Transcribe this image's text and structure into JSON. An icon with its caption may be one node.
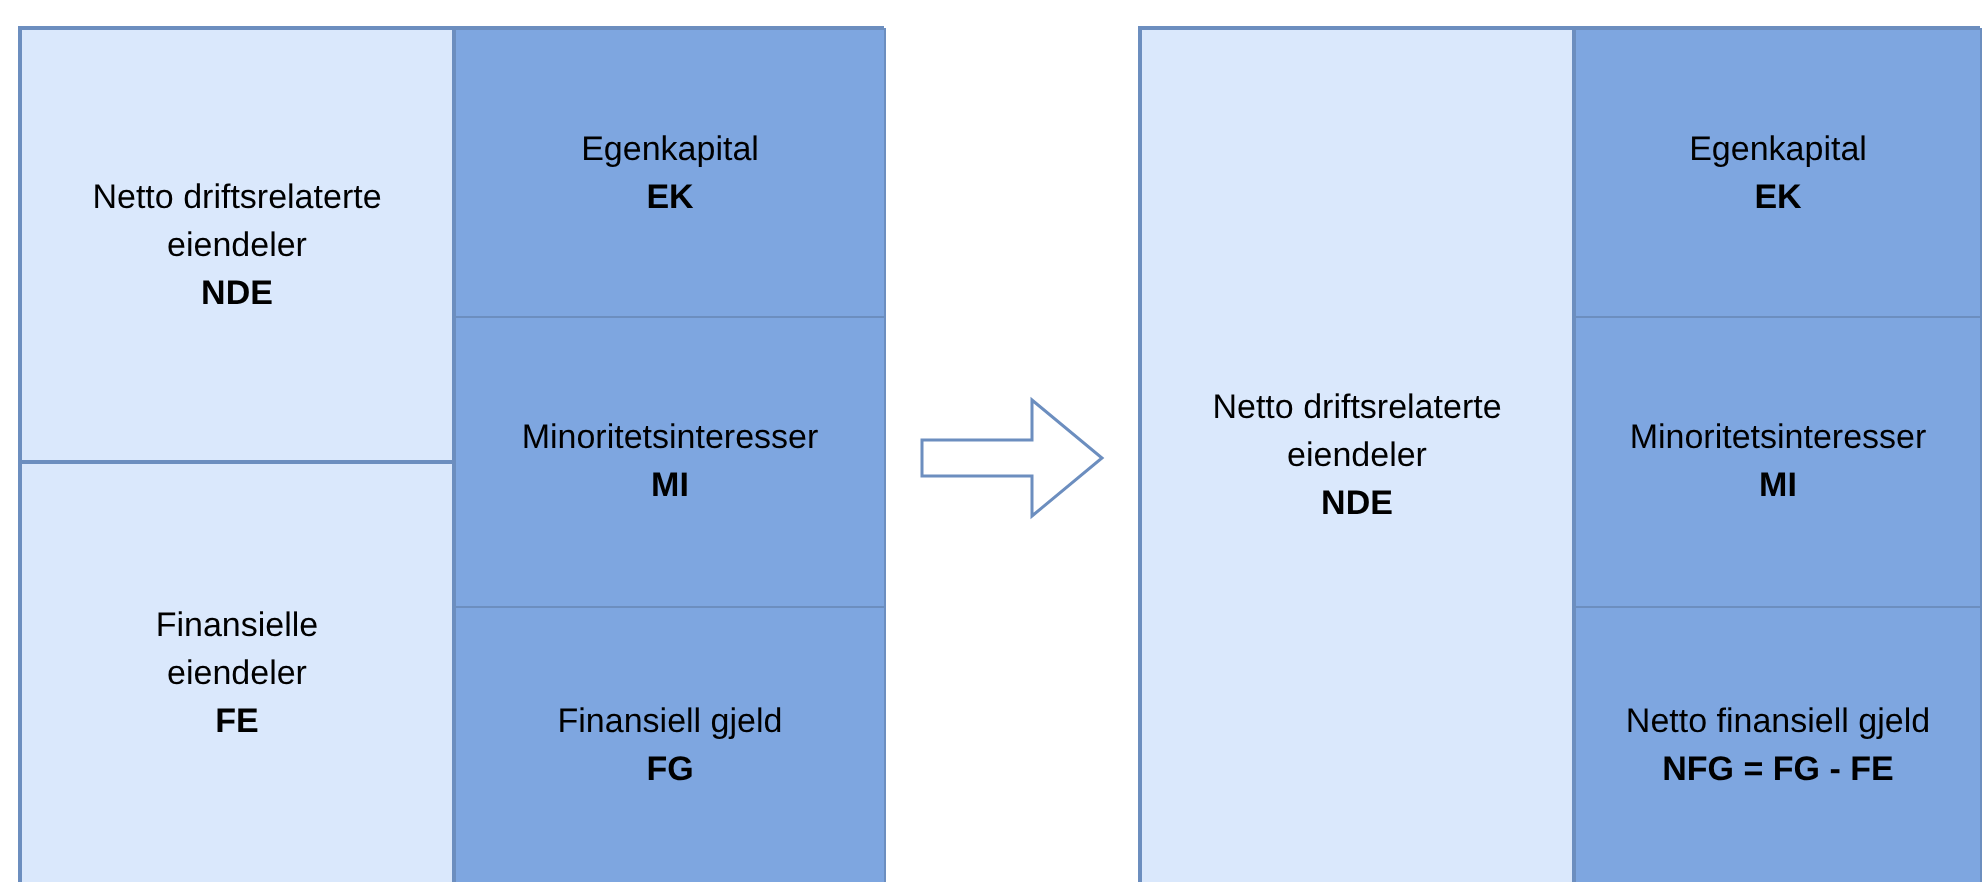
{
  "diagram": {
    "nodes": [
      {
        "text": [],
        "shape": "box"
      },
      {
        "text": [
          "Netto driftsrelaterte eiendeler",
          "NDE"
        ],
        "in": 0
      },
      {
        "text": [
          "Finansielle eiendeler",
          "FE"
        ],
        "in": 0
      },
      {
        "text": [
          "Egenkapital",
          "EK"
        ],
        "in": 0
      },
      {
        "text": [
          "Minoritetsinteresser",
          "MI"
        ],
        "in": 0
      },
      {
        "text": [
          "Finansiell gjeld",
          "FG"
        ],
        "in": 0
      },
      {
        "text": [],
        "shape": "box"
      },
      {
        "text": [
          "Netto driftsrelaterte eiendeler",
          "NDE"
        ],
        "in": 6
      },
      {
        "text": [
          "Egenkapital",
          "EK"
        ],
        "in": 6
      },
      {
        "text": [
          "Minoritetsinteresser",
          "MI"
        ],
        "in": 6
      },
      {
        "text": [
          "Netto finansiell gjeld",
          "NFG = FG - FE"
        ],
        "in": 6
      }
    ],
    "edges": [
      {
        "from": 0,
        "to": 6,
        "arrow": "to"
      }
    ]
  }
}
